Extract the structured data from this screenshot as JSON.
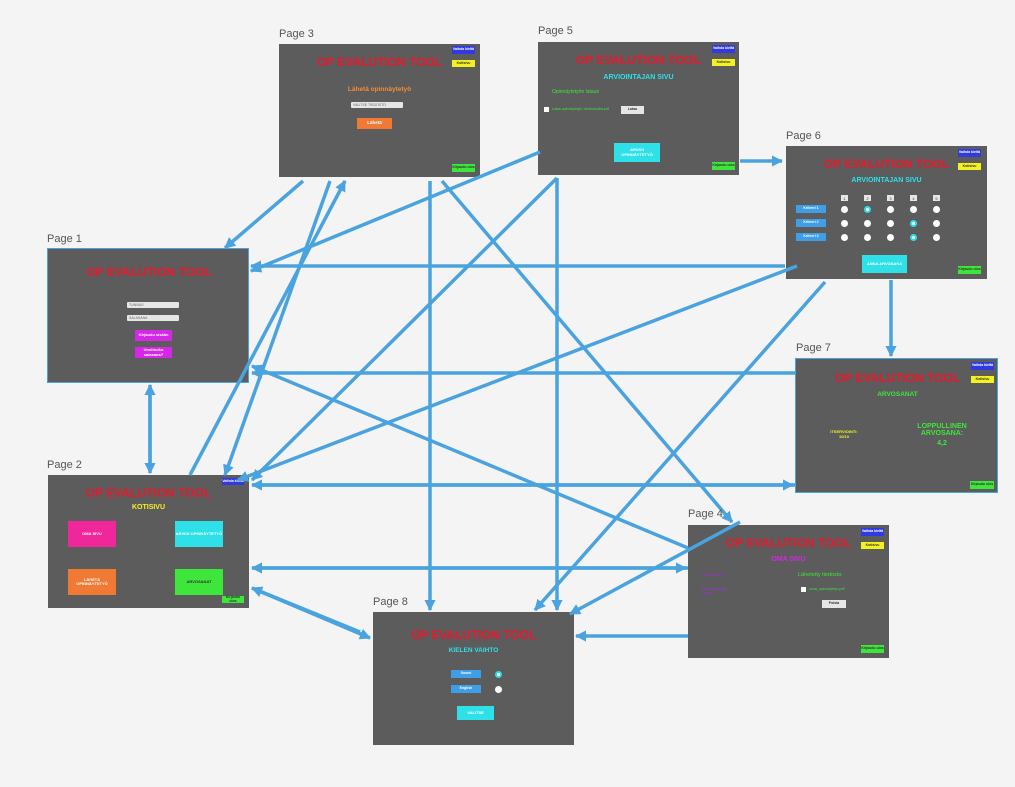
{
  "pages": {
    "p1": {
      "label": "Page 1",
      "title": "OP EVALUTION TOOL",
      "username_ph": "TUNNUS",
      "password_ph": "SALASANA",
      "login": "Kirjaudu sisään",
      "forgot": "Unohtuiko salasana?"
    },
    "p2": {
      "label": "Page 2",
      "title": "OP EVALUTION TOOL",
      "subtitle": "KOTISIVU",
      "lang_btn": "Vaihda kieltä",
      "own_page": "OMA SIVU",
      "evaluate": "ARVIOI OPINNÄYTETYÖ",
      "submit": "LÄHETÄ OPINNÄYTETYÖ",
      "grades": "ARVOSANAT",
      "logout": "Kirjaudu ulos"
    },
    "p3": {
      "label": "Page 3",
      "title": "OP EVALUTION TOOL",
      "lang_btn": "Vaihda kieltä",
      "home_btn": "Kotisivu",
      "heading": "Lähetä opinnäytetyö",
      "file_ph": "VALITSE TIEDOSTO",
      "send": "Lähetä",
      "logout": "Kirjaudu ulos"
    },
    "p4": {
      "label": "Page 4",
      "title": "OP EVALUTION TOOL",
      "lang_btn": "Vaihda kieltä",
      "home_btn": "Kotisivu",
      "subtitle": "OMA SIVU",
      "left_heading": "Omat tiedot",
      "left_info": "Nimi: Opiskelija Ryhmä",
      "right_heading": "Lähetetty tiedosto",
      "file_name": "omat_opinnaytetyo.pdf",
      "send": "Poista",
      "logout": "Kirjaudu ulos"
    },
    "p5": {
      "label": "Page 5",
      "title": "OP EVALUTION TOOL",
      "lang_btn": "Vaihda kieltä",
      "home_btn": "Kotisivu",
      "subtitle": "ARVIOINTAJAN SIVU",
      "list_heading": "Opinnäytetyön lataus",
      "file_name": "Lataa opinnäytetyö / tiedostonimi.pdf",
      "download": "Lataa",
      "evaluate": "ARVIOI OPINNÄYTETYÖ",
      "logout": "Kirjaudu ulos"
    },
    "p6": {
      "label": "Page 6",
      "title": "OP EVALUTION TOOL",
      "lang_btn": "Vaihda kieltä",
      "home_btn": "Kotisivu",
      "subtitle": "ARVIOINTAJAN SIVU",
      "cols": [
        "1",
        "2",
        "3",
        "4",
        "5"
      ],
      "criteria": [
        "Kriteeri 1",
        "Kriteeri 2",
        "Kriteeri 3"
      ],
      "selected": [
        1,
        3,
        3
      ],
      "grade_btn": "ANNA ARVOSANA",
      "logout": "Kirjaudu ulos"
    },
    "p7": {
      "label": "Page 7",
      "title": "OP EVALUTION TOOL",
      "lang_btn": "Vaihda kieltä",
      "home_btn": "Kotisivu",
      "subtitle": "ARVOSANAT",
      "interview": "ITSERVIOINTI: 10/10",
      "final_label": "LOPPULLINEN ARVOSANA:",
      "final_value": "4,2",
      "logout": "Kirjaudu ulos"
    },
    "p8": {
      "label": "Page 8",
      "title": "OP EVALUTION TOOL",
      "subtitle": "KIELEN VAIHTO",
      "options": [
        "Suomi",
        "English"
      ],
      "selected": 0,
      "choose": "VALITSE"
    }
  },
  "colors": {
    "page_bg": "#5c5c5c",
    "title": "#e8192c",
    "arrow": "#4aa3df",
    "lang_btn": "#2f3bdf",
    "home_btn": "#f4f21e",
    "logout_btn": "#3ee53a",
    "pink": "#f0279b",
    "cyan": "#2ee0e8",
    "orange": "#f07a34",
    "green": "#3ee53a",
    "magenta": "#d626e8",
    "yellow_text": "#f4f21e",
    "cyan_text": "#2ee0e8",
    "orange_text": "#f28c38",
    "green_text": "#3ee53a",
    "purple_text": "#b026e8",
    "blue_btn": "#3f9ee8"
  },
  "edges": [
    [
      "p1",
      "p2"
    ],
    [
      "p2",
      "p1"
    ],
    [
      "p2",
      "p3"
    ],
    [
      "p3",
      "p1"
    ],
    [
      "p3",
      "p2"
    ],
    [
      "p3",
      "p8"
    ],
    [
      "p3",
      "p4"
    ],
    [
      "p4",
      "p1"
    ],
    [
      "p4",
      "p2"
    ],
    [
      "p4",
      "p8"
    ],
    [
      "p5",
      "p1"
    ],
    [
      "p5",
      "p2"
    ],
    [
      "p5",
      "p6"
    ],
    [
      "p5",
      "p8"
    ],
    [
      "p6",
      "p1"
    ],
    [
      "p6",
      "p2"
    ],
    [
      "p6",
      "p7"
    ],
    [
      "p6",
      "p8"
    ],
    [
      "p7",
      "p1"
    ],
    [
      "p7",
      "p2"
    ],
    [
      "p2",
      "p7"
    ],
    [
      "p8",
      "p2"
    ],
    [
      "p2",
      "p8"
    ],
    [
      "p2",
      "p4"
    ],
    [
      "p8",
      "p4"
    ]
  ]
}
